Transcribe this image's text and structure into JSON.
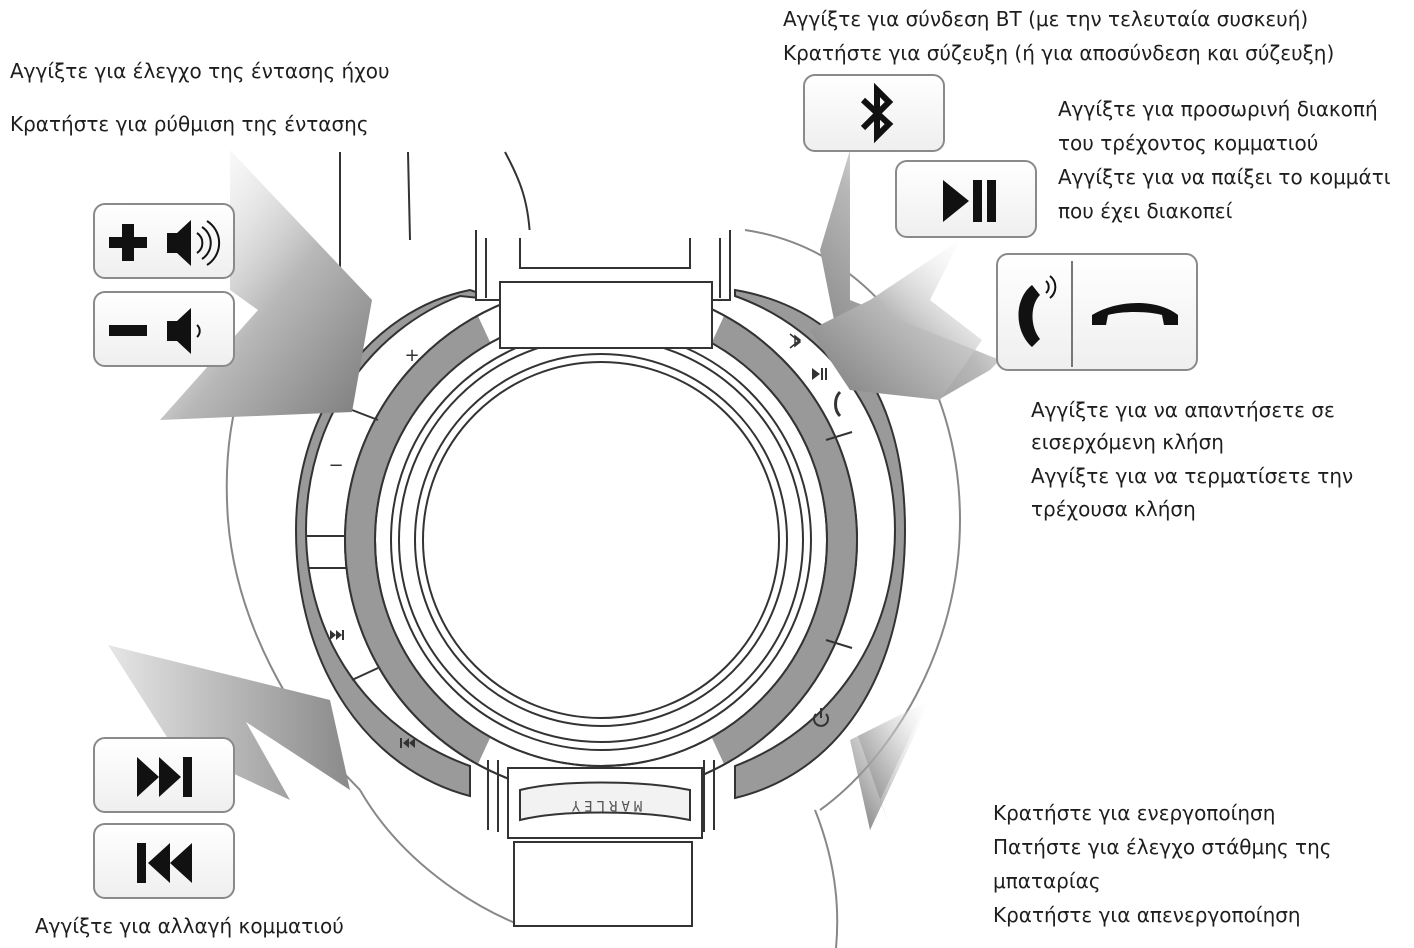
{
  "volume": {
    "tap": "Αγγίξτε για έλεγχο της έντασης ήχου",
    "hold": "Κρατήστε για ρύθμιση της έντασης"
  },
  "bluetooth": {
    "tap": "Αγγίξτε για σύνδεση BT (με την τελευταία συσκευή)",
    "hold": "Κρατήστε για σύζευξη (ή για αποσύνδεση και σύζευξη)"
  },
  "playpause": {
    "line1": "Αγγίξτε για προσωρινή διακοπή",
    "line2": "του τρέχοντος κομματιού",
    "line3": "Αγγίξτε για να παίξει το κομμάτι",
    "line4": "που έχει διακοπεί"
  },
  "call": {
    "line1": "Αγγίξτε για να απαντήσετε σε",
    "line2": "εισερχόμενη κλήση",
    "line3": "Αγγίξτε για να τερματίσετε την",
    "line4": "τρέχουσα κλήση"
  },
  "power": {
    "line1": "Κρατήστε για ενεργοποίηση",
    "line2": "Πατήστε για έλεγχο στάθμης της",
    "line3": "μπαταρίας",
    "line4": "Κρατήστε για απενεργοποίηση"
  },
  "track": {
    "tap": "Αγγίξτε για αλλαγή κομματιού"
  },
  "ring_labels": {
    "plus": "+",
    "minus": "−"
  },
  "brand": "MARLEY",
  "icons": [
    "plus-icon",
    "speaker-loud-icon",
    "minus-icon",
    "speaker-quiet-icon",
    "bluetooth-icon",
    "play-pause-icon",
    "phone-answer-icon",
    "phone-hangup-icon",
    "next-track-icon",
    "previous-track-icon",
    "power-icon"
  ]
}
